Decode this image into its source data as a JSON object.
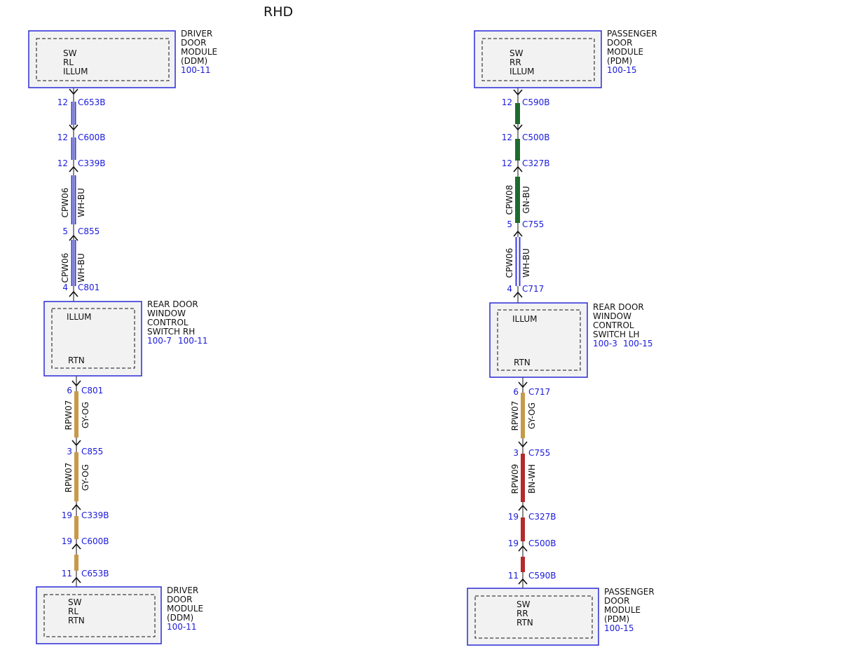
{
  "title": "RHD",
  "colors": {
    "outline": "#2a2ad8",
    "box_fill": "#f2f2f2",
    "ref_text": "#1a1adb",
    "wire_wh_bu_a": "#ffffff",
    "wire_wh_bu_b": "#3a3ae0",
    "wire_gy_og": "#c79a4a",
    "wire_gn": "#1e6b2e",
    "wire_bn_wh": "#b52a2a"
  },
  "circuits": [
    {
      "side": "left",
      "top_module": {
        "pins": [
          "SW",
          "RL",
          "ILLUM"
        ],
        "label": [
          "DRIVER",
          "DOOR",
          "MODULE",
          "(DDM)"
        ],
        "refs": [
          "100-11"
        ]
      },
      "upper_connectors": [
        {
          "pin": "12",
          "name": "C653B"
        },
        {
          "pin": "12",
          "name": "C600B"
        },
        {
          "pin": "12",
          "name": "C339B"
        },
        {
          "pin": "5",
          "name": "C855"
        },
        {
          "pin": "4",
          "name": "C801"
        }
      ],
      "upper_wires": [
        {
          "circuit": "CPW06",
          "color": "WH-BU"
        },
        {
          "circuit": "CPW06",
          "color": "WH-BU"
        }
      ],
      "switch": {
        "pins": [
          "ILLUM",
          "RTN"
        ],
        "label": [
          "REAR DOOR",
          "WINDOW",
          "CONTROL",
          "SWITCH RH"
        ],
        "refs": [
          "100-7",
          "100-11"
        ]
      },
      "lower_connectors": [
        {
          "pin": "6",
          "name": "C801"
        },
        {
          "pin": "3",
          "name": "C855"
        },
        {
          "pin": "19",
          "name": "C339B"
        },
        {
          "pin": "19",
          "name": "C600B"
        },
        {
          "pin": "11",
          "name": "C653B"
        }
      ],
      "lower_wires": [
        {
          "circuit": "RPW07",
          "color": "GY-OG"
        },
        {
          "circuit": "RPW07",
          "color": "GY-OG"
        }
      ],
      "bottom_module": {
        "pins": [
          "SW",
          "RL",
          "RTN"
        ],
        "label": [
          "DRIVER",
          "DOOR",
          "MODULE",
          "(DDM)"
        ],
        "refs": [
          "100-11"
        ]
      }
    },
    {
      "side": "right",
      "top_module": {
        "pins": [
          "SW",
          "RR",
          "ILLUM"
        ],
        "label": [
          "PASSENGER",
          "DOOR",
          "MODULE",
          "(PDM)"
        ],
        "refs": [
          "100-15"
        ]
      },
      "upper_connectors": [
        {
          "pin": "12",
          "name": "C590B"
        },
        {
          "pin": "12",
          "name": "C500B"
        },
        {
          "pin": "12",
          "name": "C327B"
        },
        {
          "pin": "5",
          "name": "C755"
        },
        {
          "pin": "4",
          "name": "C717"
        }
      ],
      "upper_wires": [
        {
          "circuit": "CPW08",
          "color": "GN-BU"
        },
        {
          "circuit": "CPW06",
          "color": "WH-BU"
        }
      ],
      "switch": {
        "pins": [
          "ILLUM",
          "RTN"
        ],
        "label": [
          "REAR DOOR",
          "WINDOW",
          "CONTROL",
          "SWITCH LH"
        ],
        "refs": [
          "100-3",
          "100-15"
        ]
      },
      "lower_connectors": [
        {
          "pin": "6",
          "name": "C717"
        },
        {
          "pin": "3",
          "name": "C755"
        },
        {
          "pin": "19",
          "name": "C327B"
        },
        {
          "pin": "19",
          "name": "C500B"
        },
        {
          "pin": "11",
          "name": "C590B"
        }
      ],
      "lower_wires": [
        {
          "circuit": "RPW07",
          "color": "GY-OG"
        },
        {
          "circuit": "RPW09",
          "color": "BN-WH"
        }
      ],
      "bottom_module": {
        "pins": [
          "SW",
          "RR",
          "RTN"
        ],
        "label": [
          "PASSENGER",
          "DOOR",
          "MODULE",
          "(PDM)"
        ],
        "refs": [
          "100-15"
        ]
      }
    }
  ]
}
